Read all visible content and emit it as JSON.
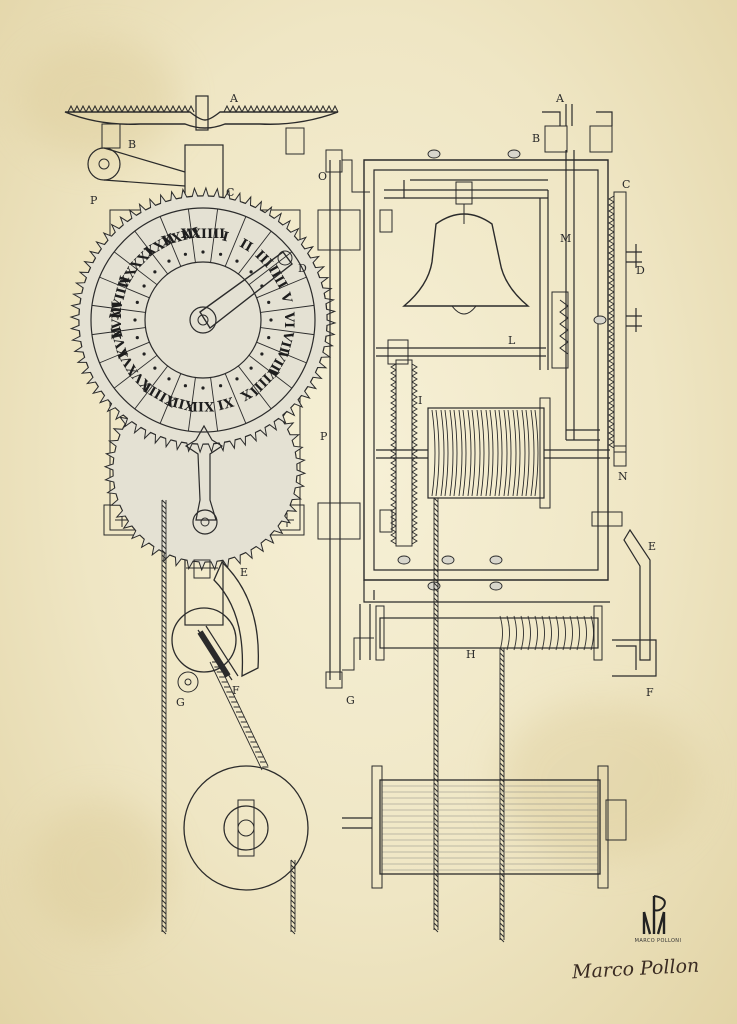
{
  "labels": {
    "A": "A",
    "B": "B",
    "C": "C",
    "D": "D",
    "E": "E",
    "F": "F",
    "G": "G",
    "H": "H",
    "I": "I",
    "L": "L",
    "M": "M",
    "N": "N",
    "O": "O",
    "P": "P"
  },
  "hour_numerals": [
    "I",
    "II",
    "III",
    "IIII",
    "V",
    "VI",
    "VII",
    "VIII",
    "VIIII",
    "X",
    "XI",
    "XII",
    "XIII",
    "XIIII",
    "XV",
    "XVI",
    "XVII",
    "XVIII",
    "XVIIII",
    "XX",
    "XXI",
    "XXII",
    "XXIII",
    "XXIIII"
  ],
  "brand": {
    "monogram": "PM",
    "name": "MARCO POLLONI",
    "signature": "Marco Pollon"
  },
  "colors": {
    "paper": "#f1e8c8",
    "ink": "#2b2b2b",
    "wash": "#d9d9d2"
  }
}
